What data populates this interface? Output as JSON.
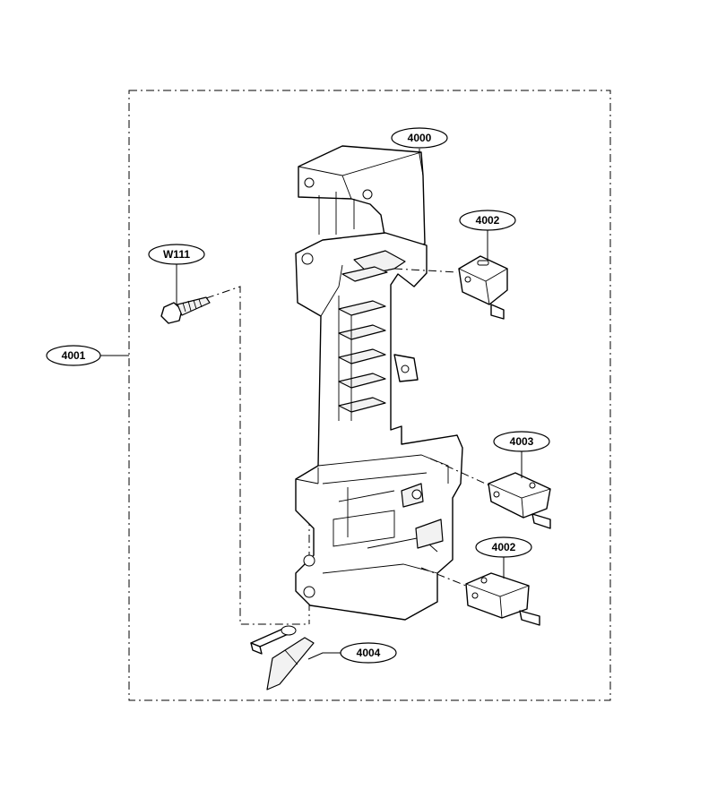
{
  "callouts": {
    "frame_assembly": "4001",
    "latch_board": "4000",
    "switch_upper": "4002",
    "switch_middle": "4003",
    "switch_lower": "4002",
    "screw": "W111",
    "lever": "4004"
  }
}
